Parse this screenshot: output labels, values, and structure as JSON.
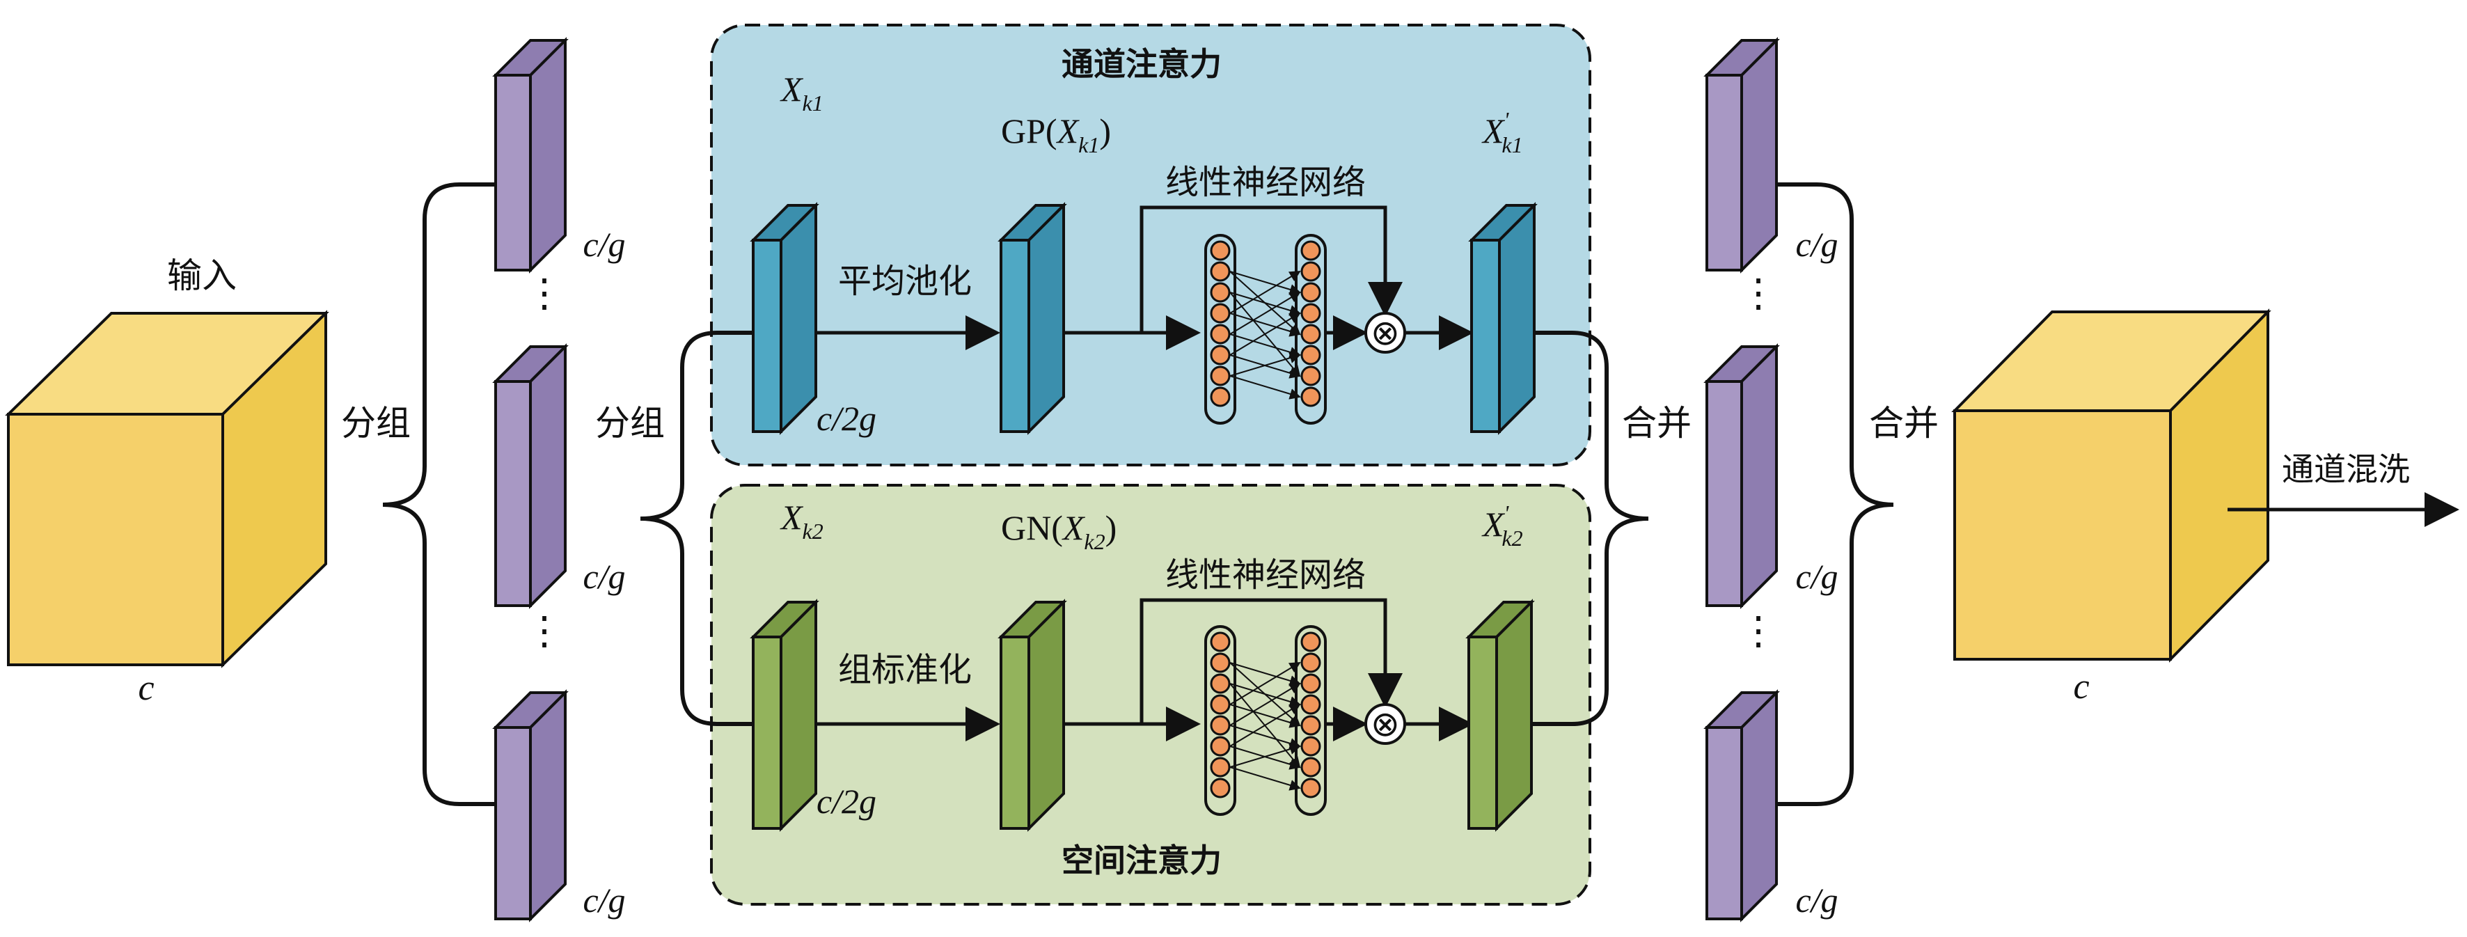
{
  "colors": {
    "cube_front": "#f5d06a",
    "cube_top": "#f8dc82",
    "cube_side": "#eec94e",
    "slab_purple_front": "#a898c4",
    "slab_purple_side": "#8e7db0",
    "slab_blue_front": "#4fa8c4",
    "slab_blue_side": "#3b8fad",
    "slab_green_front": "#93b35c",
    "slab_green_side": "#7a9b45",
    "channel_panel": "#b5d9e5",
    "spatial_panel": "#d4e1be",
    "neuron": "#f0955a",
    "outline": "#111111"
  },
  "input": {
    "label": "输入",
    "dim": "c"
  },
  "output": {
    "dim": "c",
    "label": "通道混洗"
  },
  "group_label_1": "分组",
  "group_label_2": "分组",
  "merge_label_1": "合并",
  "merge_label_2": "合并",
  "left_slabs": [
    "c/g",
    "c/g",
    "c/g"
  ],
  "right_slabs": [
    "c/g",
    "c/g",
    "c/g"
  ],
  "dots": "⋮",
  "channel_branch": {
    "title": "通道注意力",
    "x_label": "X",
    "x_sub": "k1",
    "pool_op": "平均池化",
    "pool_out_prefix": "GP(",
    "pool_out_var": "X",
    "pool_out_sub": "k1",
    "pool_out_suffix": ")",
    "nn_label": "线性神经网络",
    "slab_dim": "c/2g",
    "out_var": "X",
    "out_prime": "'",
    "out_sub": "k1",
    "multiply": "⊗"
  },
  "spatial_branch": {
    "title": "空间注意力",
    "x_label": "X",
    "x_sub": "k2",
    "norm_op": "组标准化",
    "norm_out_prefix": "GN(",
    "norm_out_var": "X",
    "norm_out_sub": "k2",
    "norm_out_suffix": ")",
    "nn_label": "线性神经网络",
    "slab_dim": "c/2g",
    "out_var": "X",
    "out_prime": "'",
    "out_sub": "k2",
    "multiply": "⊗"
  }
}
